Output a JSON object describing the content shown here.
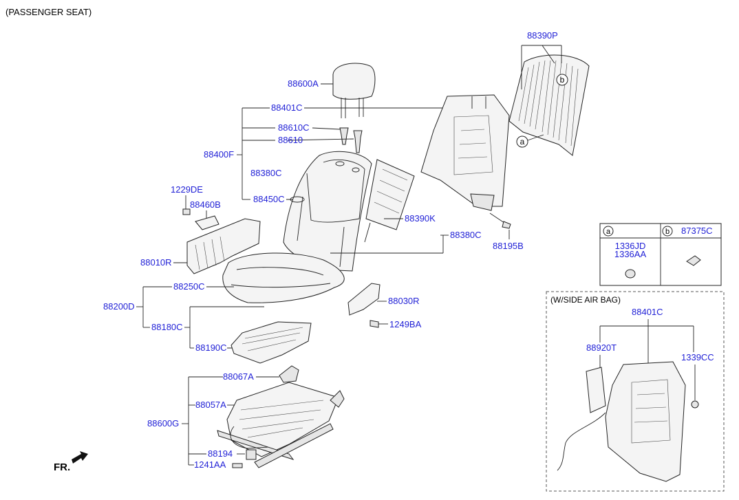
{
  "title": "(PASSENGER SEAT)",
  "fr_label": "FR.",
  "labels": {
    "p88390P": "88390P",
    "p88600A": "88600A",
    "p88401C": "88401C",
    "p88610C": "88610C",
    "p88610": "88610",
    "p88400F": "88400F",
    "p88380C_a": "88380C",
    "p88450C": "88450C",
    "p1229DE": "1229DE",
    "p88460B": "88460B",
    "p88390K": "88390K",
    "p88380C_b": "88380C",
    "p88195B": "88195B",
    "p88010R": "88010R",
    "p88250C": "88250C",
    "p88200D": "88200D",
    "p88030R": "88030R",
    "p88180C": "88180C",
    "p1249BA": "1249BA",
    "p88190C": "88190C",
    "p88067A": "88067A",
    "p88057A": "88057A",
    "p88600G": "88600G",
    "p88194": "88194",
    "p1241AA": "1241AA"
  },
  "callouts": {
    "a": "a",
    "b": "b"
  },
  "legend": {
    "cell_a_marker": "a",
    "cell_b_marker": "b",
    "cell_b_part": "87375C",
    "cell_a_part_1": "1336JD",
    "cell_a_part_2": "1336AA"
  },
  "airbag_box": {
    "title": "(W/SIDE AIR BAG)",
    "p88401C": "88401C",
    "p88920T": "88920T",
    "p1339CC": "1339CC"
  }
}
